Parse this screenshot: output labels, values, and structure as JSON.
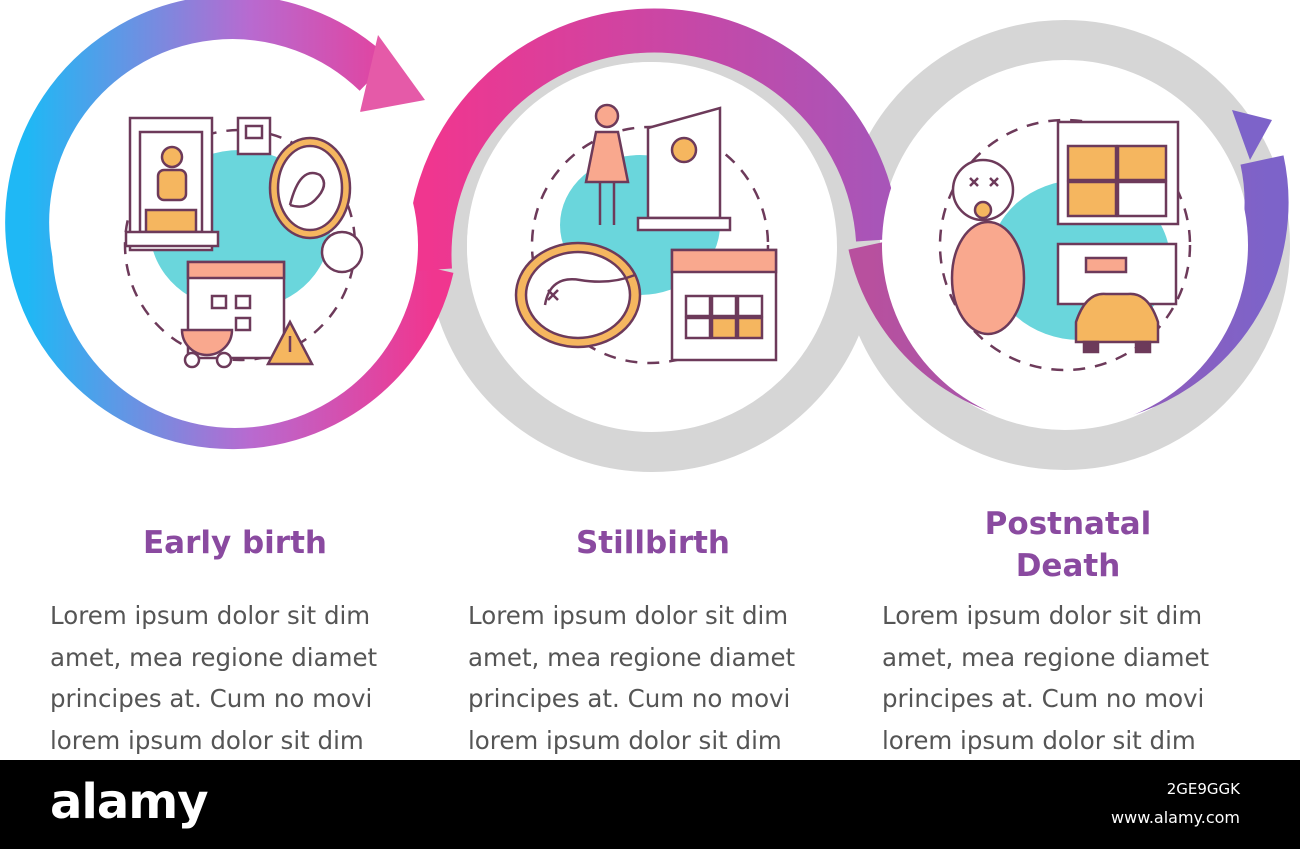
{
  "steps": [
    {
      "title": "Early birth",
      "body": "Lorem ipsum dolor sit dim\namet, mea regione diamet\nprincipes at. Cum no movi\nlorem ipsum dolor sit dim"
    },
    {
      "title": "Stillbirth",
      "body": "Lorem ipsum dolor sit dim\namet, mea regione diamet\nprincipes at. Cum no movi\nlorem ipsum dolor sit dim"
    },
    {
      "title": "Postnatal\nDeath",
      "body": "Lorem ipsum dolor sit dim\namet, mea regione diamet\nprincipes at. Cum no movi\nlorem ipsum dolor sit dim"
    }
  ],
  "footer": {
    "logo": "alamy",
    "image_id": "2GE9GGK",
    "website": "www.alamy.com"
  },
  "colors": {
    "gradient_start": "#1fb8f5",
    "gradient_mid": "#f0368f",
    "gradient_end": "#7d63c9",
    "inactive_ring": "#d6d6d6",
    "icon_fill": "#6ad6dc",
    "accent_orange": "#f5b65f",
    "accent_pink": "#f9a88e",
    "title": "#8a4aa0"
  },
  "icons": [
    "incubator-icon",
    "pregnancy-ultrasound-icon",
    "calendar-icon",
    "stroller-icon",
    "warning-icon",
    "woman-icon",
    "gravestone-icon",
    "fetus-ultrasound-icon",
    "baby-icon",
    "hearse-icon"
  ]
}
